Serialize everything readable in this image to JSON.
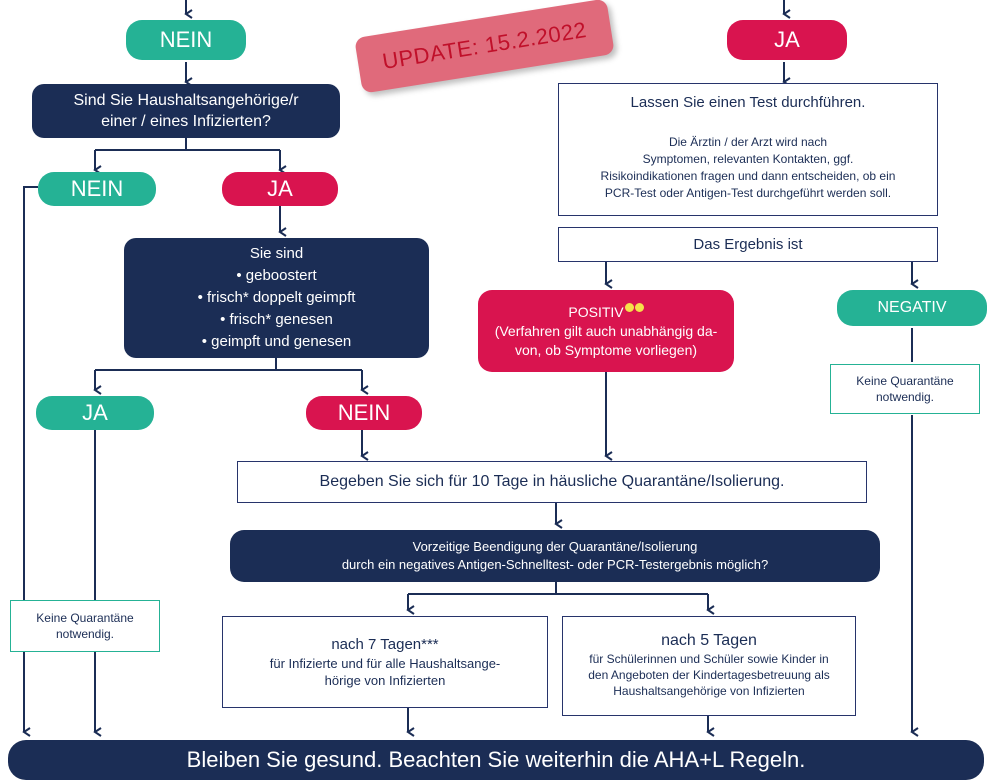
{
  "update_banner": "UPDATE: 15.2.2022",
  "left": {
    "nein_top": "NEIN",
    "question_household": [
      "Sind Sie Haushaltsangehörige/r",
      "einer / eines Infizierten?"
    ],
    "nein_household": "NEIN",
    "ja_household": "JA",
    "status_box": {
      "line1": "Sie sind",
      "items": [
        "• geboostert",
        "• frisch* doppelt geimpft",
        "• frisch* genesen",
        "• geimpft und genesen"
      ]
    },
    "ja_status": "JA",
    "nein_status": "NEIN",
    "no_quarantine": [
      "Keine Quarantäne",
      "notwendig."
    ]
  },
  "right": {
    "ja_top": "JA",
    "test_box_title": "Lassen Sie einen Test durchführen.",
    "test_box_detail": [
      "Die Ärztin / der Arzt wird nach",
      "Symptomen, relevanten Kontakten, ggf.",
      "Risikoindikationen fragen und dann entscheiden, ob ein",
      "PCR-Test oder Antigen-Test durchgeführt werden soll."
    ],
    "result_box": "Das Ergebnis ist",
    "positiv_label": "POSITIV",
    "positiv_note": [
      "(Verfahren gilt auch unabhängig da-",
      "von, ob Symptome vorliegen)"
    ],
    "negativ_label": "NEGATIV",
    "no_quarantine": [
      "Keine Quarantäne",
      "notwendig."
    ]
  },
  "quarantine_box": "Begeben Sie sich für 10 Tage in häusliche Quarantäne/Isolierung.",
  "early_end": [
    "Vorzeitige Beendigung der Quarantäne/Isolierung",
    "durch ein negatives Antigen-Schnelltest- oder PCR-Testergebnis möglich?"
  ],
  "after7": {
    "title": "nach 7 Tagen***",
    "detail": [
      "für Infizierte und für alle Haushaltsange-",
      "hörige von Infizierten"
    ]
  },
  "after5": {
    "title": "nach 5 Tagen",
    "detail": [
      "für Schülerinnen und Schüler sowie Kinder in",
      "den Angeboten der Kindertagesbetreuung als",
      "Haushaltsangehörige von Infizierten"
    ]
  },
  "footer": "Bleiben Sie gesund. Beachten Sie weiterhin die AHA+L Regeln.",
  "colors": {
    "navy": "#1b2d55",
    "teal": "#25b295",
    "red": "#d9144f",
    "banner": "#e06a7b"
  }
}
